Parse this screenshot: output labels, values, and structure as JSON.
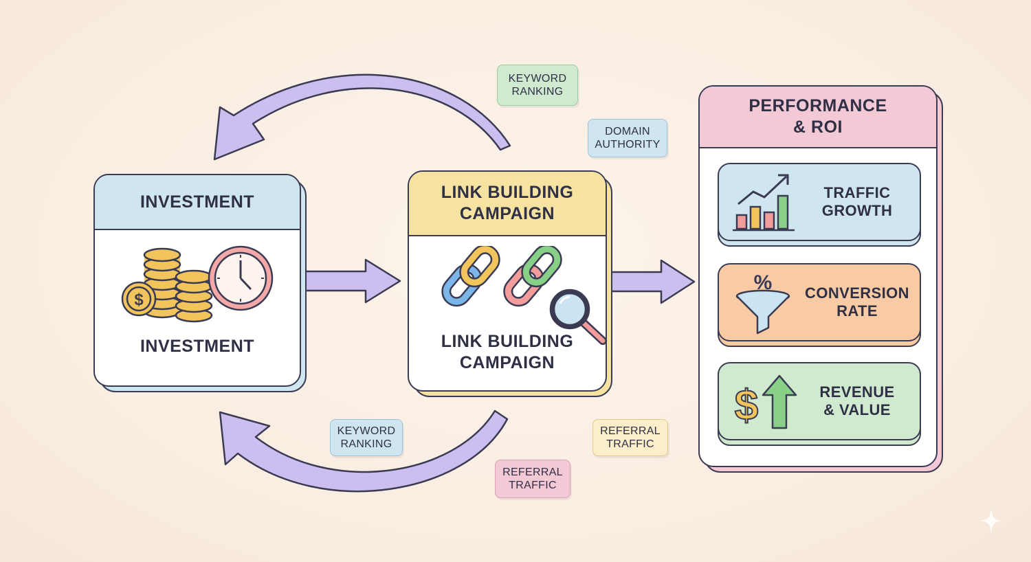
{
  "colors": {
    "background": "#f9ede1",
    "outline": "#3a3a52",
    "arrow": "#cdbef0",
    "blue": "#cfe5f0",
    "yellow": "#f6e3a1",
    "pink": "#f4c9d6",
    "green": "#cfeacf",
    "orange": "#f9cba4"
  },
  "investment": {
    "header": "INVESTMENT",
    "label": "INVESTMENT",
    "icons": [
      "coin-stack-icon",
      "dollar-coin-icon",
      "clock-icon"
    ]
  },
  "campaign": {
    "header": "LINK BUILDING CAMPAIGN",
    "label": "LINK BUILDING CAMPAIGN",
    "icons": [
      "chain-link-icon",
      "chain-link-icon",
      "magnifier-icon"
    ]
  },
  "performance": {
    "header": "PERFORMANCE & ROI",
    "metrics": [
      {
        "label": "TRAFFIC GROWTH",
        "icon": "bar-chart-growth-icon",
        "color": "#cfe5f0"
      },
      {
        "label": "CONVERSION RATE",
        "icon": "percent-funnel-icon",
        "color": "#f9cba4"
      },
      {
        "label": "REVENUE & VALUE",
        "icon": "dollar-up-arrow-icon",
        "color": "#cfeacf"
      }
    ]
  },
  "tags": {
    "keyword_top": "KEYWORD RANKING",
    "domain_authority": "DOMAIN AUTHORITY",
    "keyword_bottom": "KEYWORD RANKING",
    "referral_bottom": "REFERRAL TRAFFIC",
    "referral_right": "REFERRAL TRAFFIC"
  }
}
